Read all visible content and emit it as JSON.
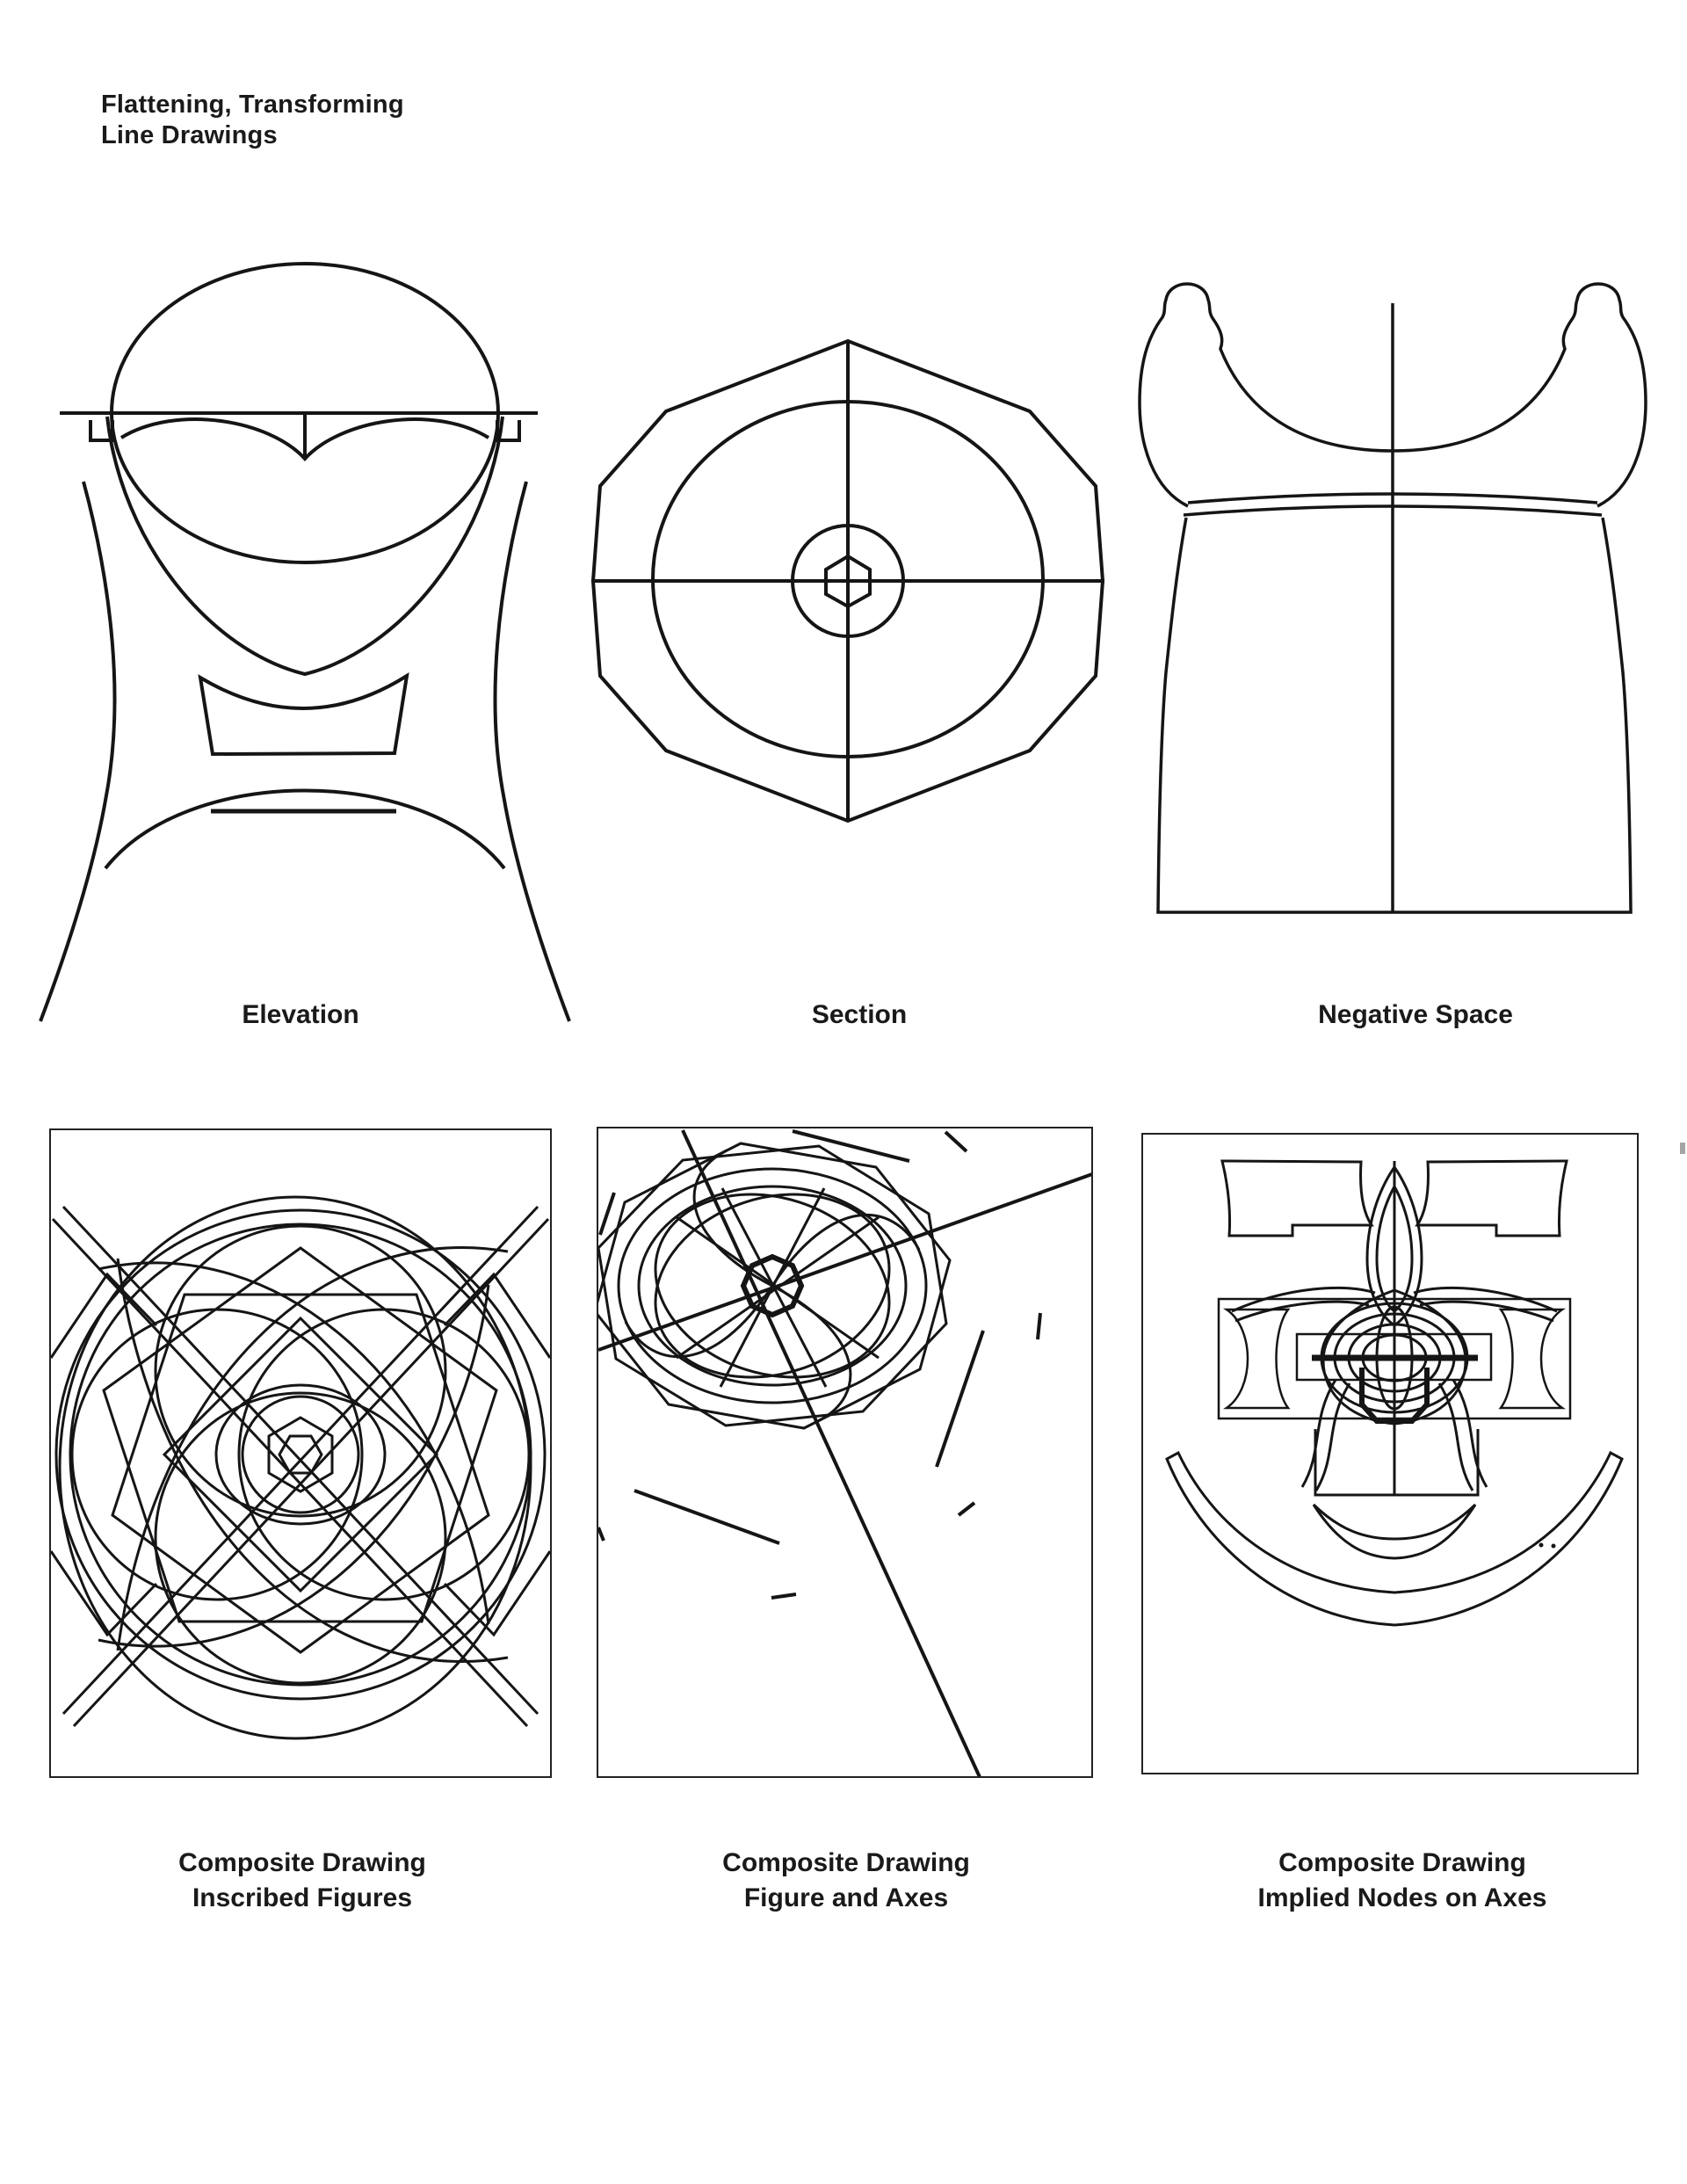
{
  "page": {
    "background": "#ffffff",
    "ink_color": "#1a1a1a"
  },
  "header": {
    "title_line1": "Flattening, Transforming",
    "title_line2": "Line Drawings"
  },
  "figures": {
    "top_row": [
      {
        "label": "Elevation"
      },
      {
        "label": "Section"
      },
      {
        "label": "Negative Space"
      }
    ],
    "bottom_row": [
      {
        "label_line1": "Composite Drawing",
        "label_line2": "Inscribed Figures"
      },
      {
        "label_line1": "Composite Drawing",
        "label_line2": "Figure and Axes"
      },
      {
        "label_line1": "Composite Drawing",
        "label_line2": "Implied Nodes on Axes"
      }
    ]
  }
}
